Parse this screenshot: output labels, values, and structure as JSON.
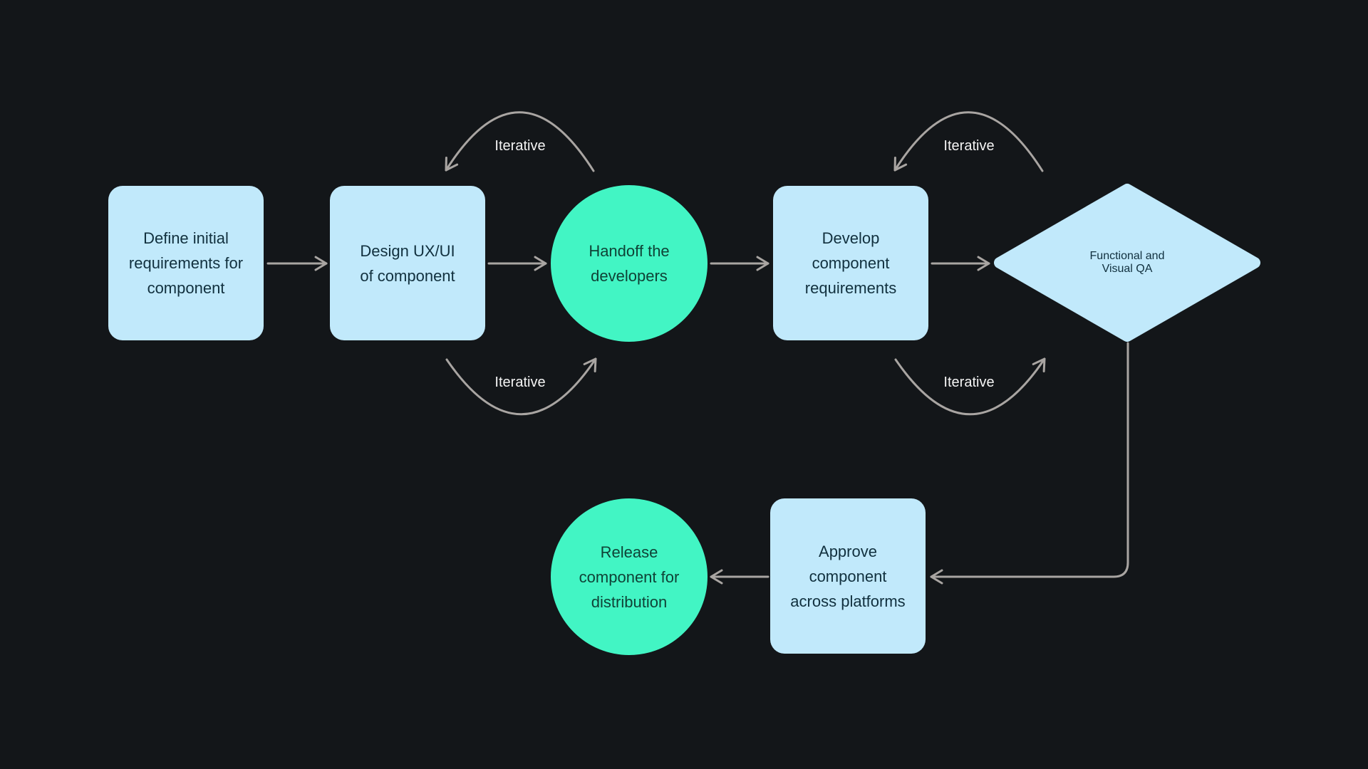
{
  "diagram": {
    "background": "#131619",
    "connector_color": "#A9A5A2",
    "label_color": "#F4F4F4",
    "shape_colors": {
      "blue": "#C1E9FB",
      "green": "#42F5C4",
      "text_on_blue": "#11303E",
      "text_on_green": "#0F4236"
    }
  },
  "nodes": {
    "define": {
      "shape": "rounded-rectangle",
      "label": "Define initial\nrequirements for\ncomponent"
    },
    "design": {
      "shape": "rounded-rectangle",
      "label": "Design UX/UI\nof component"
    },
    "handoff": {
      "shape": "circle",
      "label": "Handoff the\ndevelopers"
    },
    "develop": {
      "shape": "rounded-rectangle",
      "label": "Develop\ncomponent\nrequirements"
    },
    "qa": {
      "shape": "diamond",
      "label": "Functional and\nVisual QA"
    },
    "approve": {
      "shape": "rounded-rectangle",
      "label": "Approve\ncomponent\nacross platforms"
    },
    "release": {
      "shape": "circle",
      "label": "Release\ncomponent for\ndistribution"
    }
  },
  "iterative": [
    {
      "text": "Iterative"
    },
    {
      "text": "Iterative"
    },
    {
      "text": "Iterative"
    },
    {
      "text": "Iterative"
    }
  ],
  "connections": [
    {
      "from": "define",
      "to": "design",
      "type": "straight-arrow"
    },
    {
      "from": "design",
      "to": "handoff",
      "type": "straight-arrow"
    },
    {
      "from": "handoff",
      "to": "develop",
      "type": "straight-arrow"
    },
    {
      "from": "develop",
      "to": "qa",
      "type": "straight-arrow"
    },
    {
      "from": "qa",
      "to": "approve",
      "type": "elbow-arrow"
    },
    {
      "from": "approve",
      "to": "release",
      "type": "straight-arrow"
    },
    {
      "from": "handoff",
      "to": "design",
      "type": "curved-arrow",
      "label": "Iterative"
    },
    {
      "from": "design",
      "to": "handoff",
      "type": "curved-arrow",
      "label": "Iterative"
    },
    {
      "from": "qa",
      "to": "develop",
      "type": "curved-arrow",
      "label": "Iterative"
    },
    {
      "from": "develop",
      "to": "qa",
      "type": "curved-arrow",
      "label": "Iterative"
    }
  ]
}
